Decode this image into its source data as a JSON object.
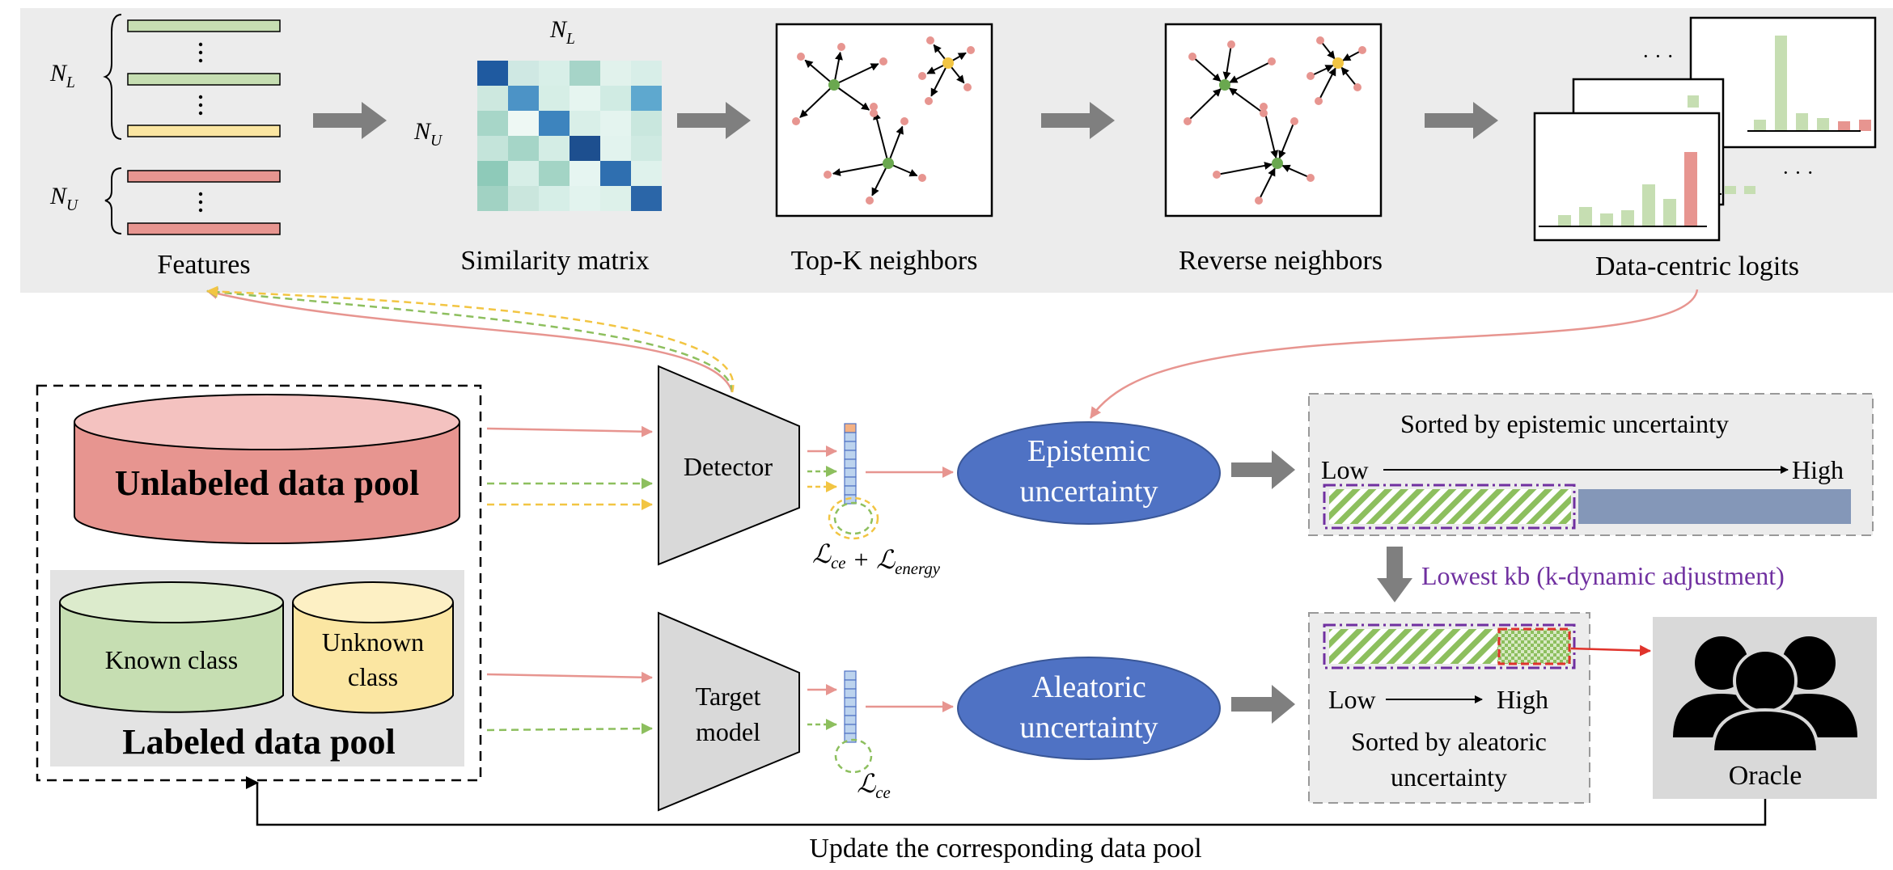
{
  "colors": {
    "pink": "#e79590",
    "green": "#8dbf5e",
    "yellow": "#f2c543",
    "red": "#e0332b",
    "purple": "#7030a0",
    "blue": "#4f72c4",
    "slate": "#8497b8",
    "gray_arrow": "#7f7f7f",
    "panel_bg": "#ececec"
  },
  "pipeline": {
    "nl": "N_L",
    "nu": "N_U",
    "features_label": "Features",
    "similarity_label": "Similarity matrix",
    "topk_label": "Top-K neighbors",
    "reverse_label": "Reverse neighbors",
    "logits_label": "Data-centric logits",
    "ellipsis": "· · ·"
  },
  "pools": {
    "unlabeled": "Unlabeled data pool",
    "known_class": "Known class",
    "unknown_class_line1": "Unknown",
    "unknown_class_line2": "class",
    "labeled": "Labeled data pool"
  },
  "models": {
    "detector": "Detector",
    "target_line1": "Target",
    "target_line2": "model",
    "detector_loss": "ℒce + ℒenergy",
    "target_loss": "ℒce"
  },
  "uncertainty": {
    "epistemic_line1": "Epistemic",
    "epistemic_line2": "uncertainty",
    "aleatoric_line1": "Aleatoric",
    "aleatoric_line2": "uncertainty"
  },
  "sorting": {
    "epistemic_title": "Sorted by epistemic uncertainty",
    "low": "Low",
    "high": "High",
    "lowest_kb": "Lowest kb (k-dynamic adjustment)",
    "aleatoric_title_line1": "Sorted by aleatoric",
    "aleatoric_title_line2": "uncertainty"
  },
  "oracle": {
    "label": "Oracle"
  },
  "update_label": "Update the corresponding data pool"
}
